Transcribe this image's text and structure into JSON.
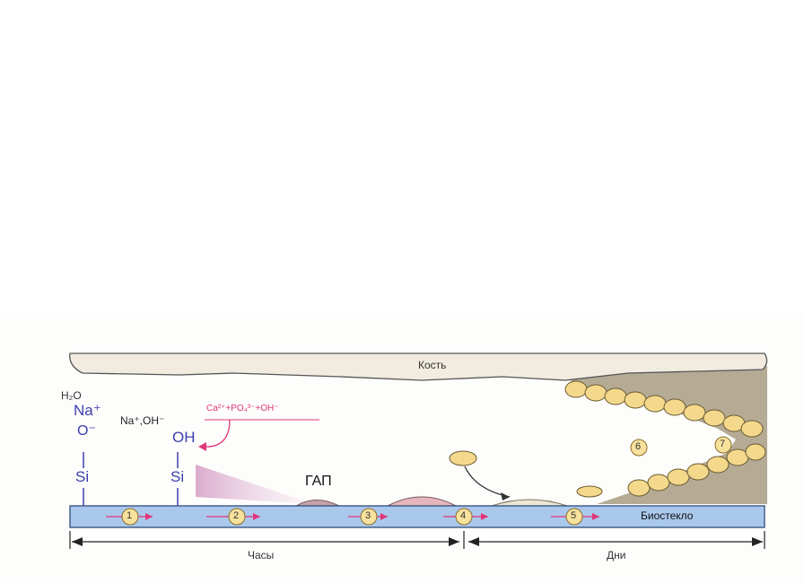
{
  "decor": {
    "circles": [
      {
        "style": "filled"
      },
      {
        "style": "outline"
      },
      {
        "style": "filled"
      },
      {
        "style": "outline"
      },
      {
        "style": "filled"
      }
    ],
    "color_filled": "#d8d7ef",
    "color_outline": "#cfcdea"
  },
  "diagram": {
    "bone_label": "Кость",
    "bioglass_label": "Биостекло",
    "gap_label": "ГАП",
    "ions_reaction": "Ca²⁺+PO₄³⁻+OH⁻",
    "water": "H₂O",
    "na_plus": "Na⁺",
    "o_minus": "O⁻",
    "si_1": "Si",
    "na_oh_ions": "Na⁺,OH⁻",
    "oh": "OH",
    "si_2": "Si",
    "steps": [
      "1",
      "2",
      "3",
      "4",
      "5"
    ],
    "cell_labels": [
      "6",
      "7"
    ],
    "timeline": {
      "hours": "Часы",
      "days": "Дни"
    },
    "colors": {
      "bone": "#f1ecdf",
      "tissue": "#a89c83",
      "bioglass": "#aac8ec",
      "cells": "#f4d98c",
      "step_circle": "#f7e19c",
      "arrow": "#e0367a",
      "silicate": "#3b3fae",
      "gap_layer": "#e7b6bd"
    }
  }
}
